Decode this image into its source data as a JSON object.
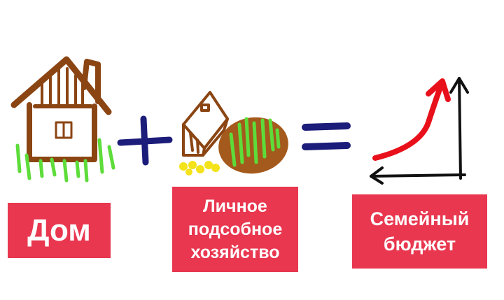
{
  "labels": {
    "house": "Дом",
    "farm_line1": "Личное",
    "farm_line2": "подсобное",
    "farm_line3": "хозяйство",
    "budget_line1": "Семейный",
    "budget_line2": "бюджет"
  },
  "operators": {
    "plus": "+",
    "equals": "="
  },
  "colors": {
    "label_bg": "#e8374f",
    "house_brown": "#8b4513",
    "grass_green": "#5ddc3a",
    "operator_navy": "#1c1c7a",
    "arrow_red": "#e8101a",
    "seeds_yellow": "#f4e21a"
  },
  "icons": [
    "house-icon",
    "plus-icon",
    "farm-shed-icon",
    "garden-bed-icon",
    "equals-icon",
    "growth-chart-icon"
  ]
}
